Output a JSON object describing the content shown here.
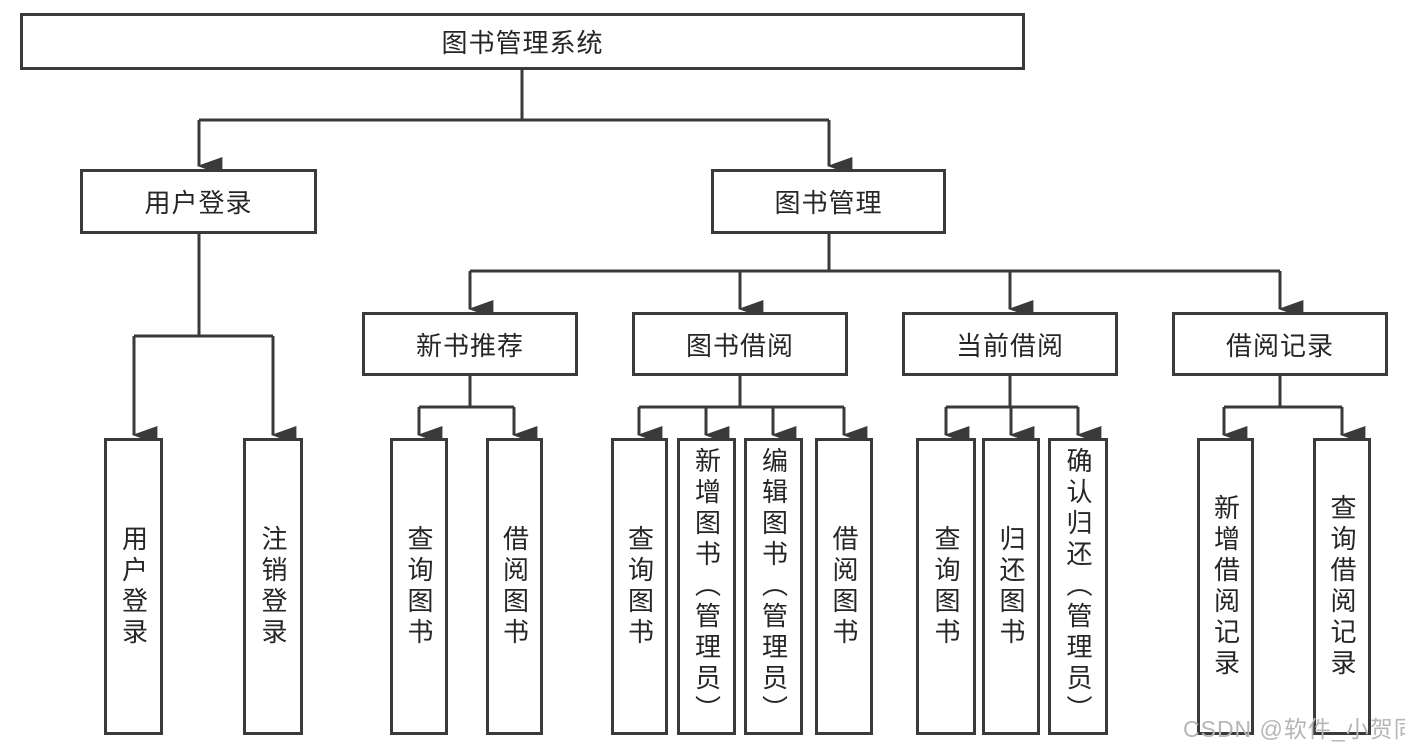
{
  "diagram": {
    "root": {
      "label": "图书管理系统"
    },
    "branches": [
      {
        "label": "用户登录",
        "children": [
          {
            "label": "用户登录"
          },
          {
            "label": "注销登录"
          }
        ]
      },
      {
        "label": "图书管理",
        "children": [
          {
            "label": "新书推荐",
            "children": [
              {
                "label": "查询图书"
              },
              {
                "label": "借阅图书"
              }
            ]
          },
          {
            "label": "图书借阅",
            "children": [
              {
                "label": "查询图书"
              },
              {
                "label": "新增图书（管理员）"
              },
              {
                "label": "编辑图书（管理员）"
              },
              {
                "label": "借阅图书"
              }
            ]
          },
          {
            "label": "当前借阅",
            "children": [
              {
                "label": "查询图书"
              },
              {
                "label": "归还图书"
              },
              {
                "label": "确认归还（管理员）"
              }
            ]
          },
          {
            "label": "借阅记录",
            "children": [
              {
                "label": "新增借阅记录"
              },
              {
                "label": "查询借阅记录"
              }
            ]
          }
        ]
      }
    ]
  },
  "watermark": {
    "text": "CSDN @软件_小贺同学"
  },
  "colors": {
    "line": "#3a3a3a",
    "text": "#262626",
    "box_background": "#ffffff",
    "watermark": "#b6b6b6",
    "page_background": "#ffffff"
  }
}
